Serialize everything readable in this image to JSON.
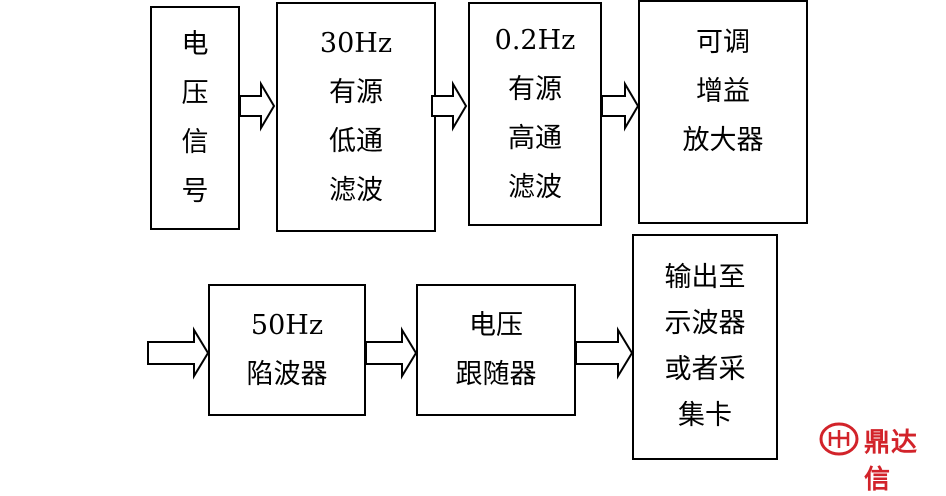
{
  "blocks": {
    "voltage_signal": "电\n压\n信\n号",
    "lowpass_filter": "30Hz\n有源\n低通\n滤波",
    "highpass_filter": "0.2Hz\n有源\n高通\n滤波",
    "adjustable_amplifier": "可调\n增益\n放大器",
    "notch_filter": "50Hz\n陷波器",
    "voltage_follower": "电压\n跟随器",
    "output": "输出至\n示波器\n或者采\n集卡"
  },
  "watermark": {
    "text": "鼎达信",
    "color": "#d2232a"
  }
}
